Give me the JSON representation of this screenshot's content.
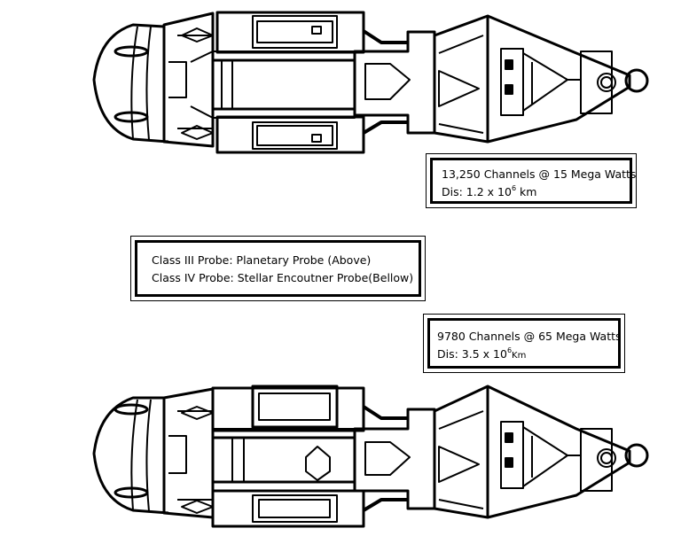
{
  "spec_top": {
    "line1": "13,250 Channels @ 15 Mega Watts",
    "dis_prefix": "Dis: 1.2 x 10",
    "dis_exp": "6",
    "dis_unit": " km"
  },
  "legend": {
    "line1": "Class III Probe: Planetary Probe (Above)",
    "line2": "Class IV Probe: Stellar Encoutner Probe(Bellow)"
  },
  "spec_bottom": {
    "line1": "9780 Channels @ 65 Mega Watts",
    "dis_prefix": "Dis: 3.5 x 10",
    "dis_exp": "6",
    "dis_unit": "Km"
  }
}
